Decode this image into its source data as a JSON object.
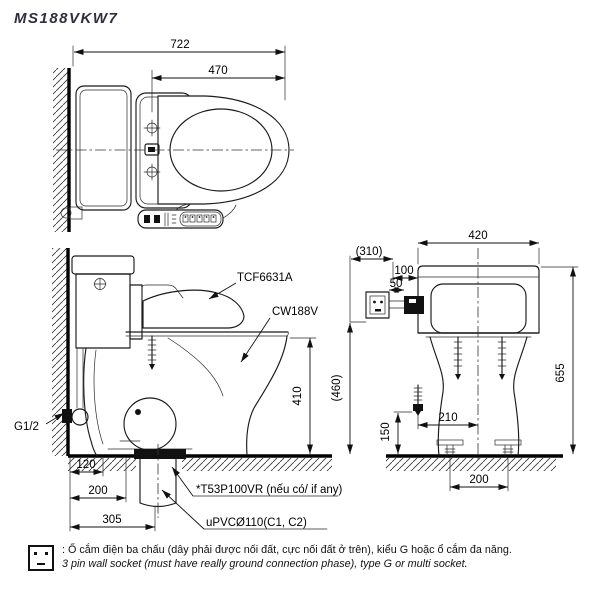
{
  "title": "MS188VKW7",
  "top_view": {
    "dim_722": "722",
    "dim_470": "470"
  },
  "side_view": {
    "label_seat": "TCF6631A",
    "label_bowl": "CW188V",
    "label_inlet": "G1/2",
    "label_flange": "*T53P100VR (nếu có/ if any)",
    "label_pipe": "uPVCØ110(C1, C2)",
    "dim_410": "410",
    "dim_460": "(460)",
    "dim_120": "120",
    "dim_200": "200",
    "dim_305": "305"
  },
  "rear_view": {
    "dim_420": "420",
    "dim_310": "(310)",
    "dim_100": "100",
    "dim_50": "50",
    "dim_655": "655",
    "dim_150": "150",
    "dim_210": "210",
    "dim_200": "200"
  },
  "note": {
    "vi": ": Ổ cắm điện ba chấu (dây phải được nối đất, cực nối đất ở trên), kiểu G hoặc ổ cắm đa năng.",
    "en": "3 pin wall socket (must have really ground connection phase), type G or multi socket."
  },
  "colors": {
    "line": "#1a1a1a",
    "title": "#2f2f3f"
  }
}
